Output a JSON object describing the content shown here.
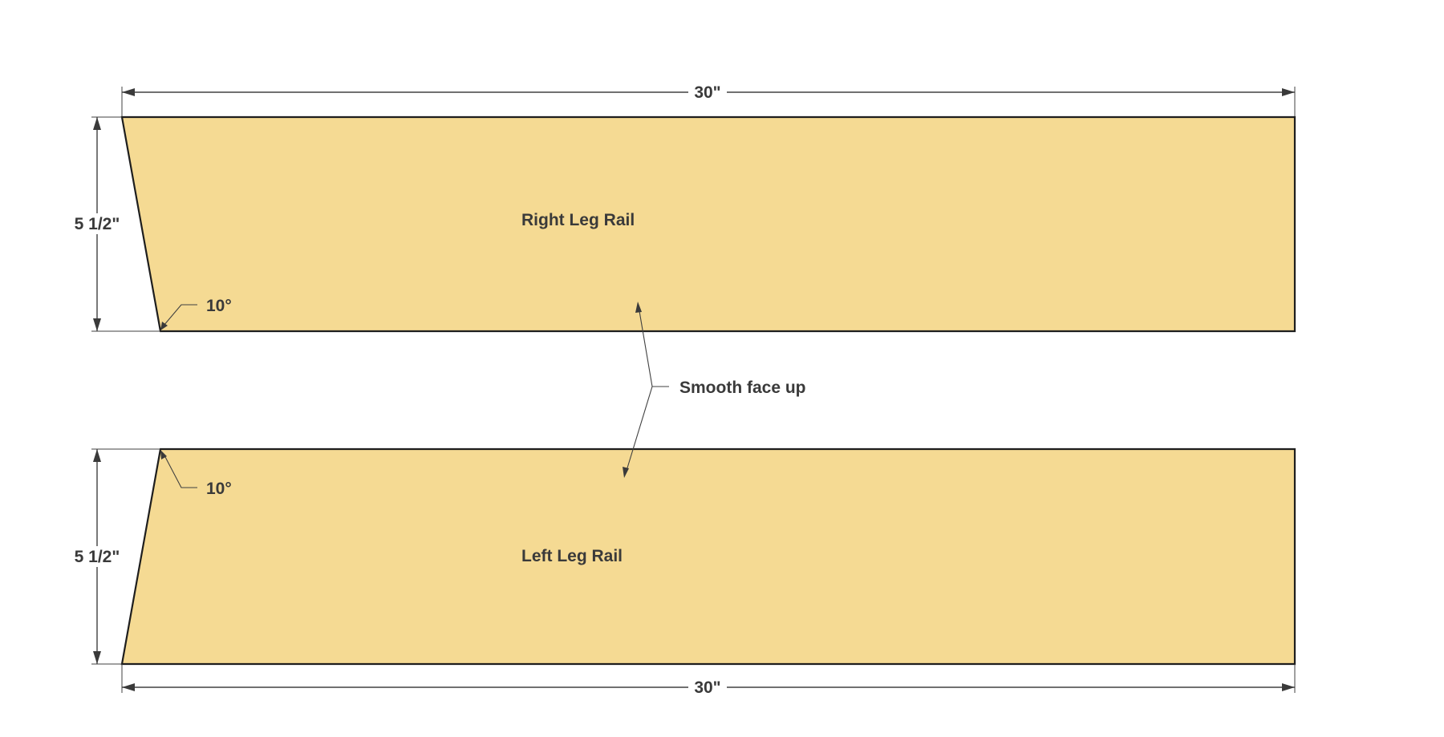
{
  "parts": {
    "right_leg_rail": {
      "name": "Right Leg Rail",
      "bevel_angle": "10°"
    },
    "left_leg_rail": {
      "name": "Left Leg Rail",
      "bevel_angle": "10°"
    }
  },
  "dimensions": {
    "top_length": "30\"",
    "bottom_length": "30\"",
    "right_rail_width": "5 1/2\"",
    "left_rail_width": "5 1/2\""
  },
  "notes": {
    "smooth_face": "Smooth face up"
  },
  "colors": {
    "board_fill": "#f5da93",
    "outline": "#1e1e1e",
    "annotation": "#3a3a3a"
  }
}
